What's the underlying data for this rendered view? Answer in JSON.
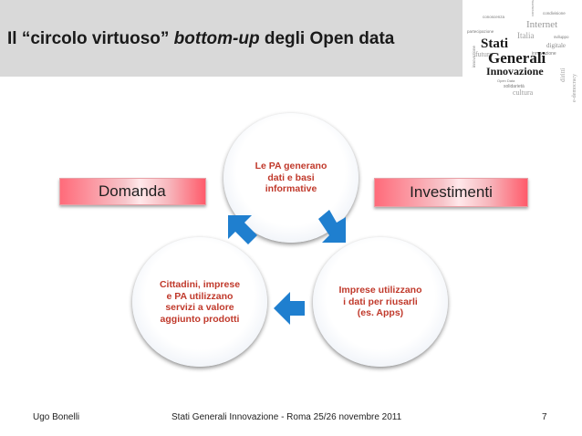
{
  "slide": {
    "title_pre": "Il “circolo virtuoso” ",
    "title_em": "bottom-up",
    "title_post": " degli Open data"
  },
  "logo": {
    "line1": "Stati",
    "line2": "Generali",
    "line3": "Innovazione",
    "words": [
      "Internet",
      "Italia",
      "digitale",
      "futuro",
      "cultura",
      "diritti",
      "e-democracy",
      "solidarietà",
      "innovazione",
      "condivisione",
      "conoscenza",
      "partecipazione",
      "sviluppo",
      "Open Data"
    ]
  },
  "diagram": {
    "top": "Le PA generano\ndati e basi\ninformative",
    "right": "Imprese  utilizzano\ni dati per riusarli\n(es. Apps)",
    "left": "Cittadini, imprese\ne PA utilizzano\nservizi a valore\naggiunto prodotti",
    "demand_label": "Domanda",
    "investment_label": "Investimenti",
    "arrow_color": "#1f7fcf",
    "circle_text_color": "#c0392b"
  },
  "footer": {
    "author": "Ugo Bonelli",
    "event": "Stati Generali Innovazione - Roma 25/26 novembre 2011",
    "page": "7"
  }
}
